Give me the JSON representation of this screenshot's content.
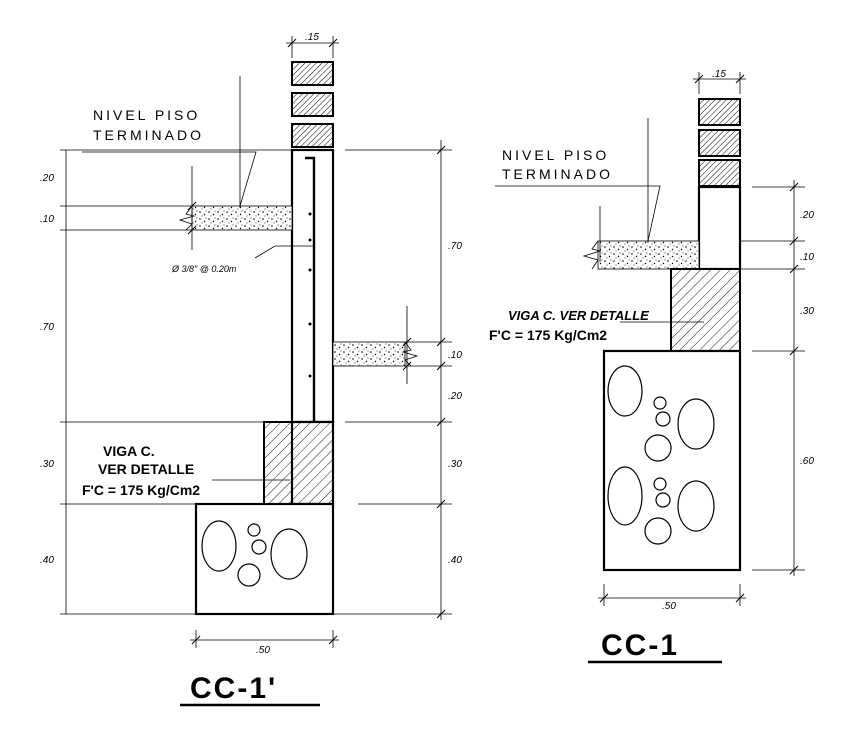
{
  "left_section": {
    "title": "CC-1'",
    "floor_label_line1": "NIVEL PISO",
    "floor_label_line2": "TERMINADO",
    "rebar_note": "Ø 3/8\" @ 0.20m",
    "beam_note_line1": "VIGA C.",
    "beam_note_line2": "VER DETALLE",
    "beam_note_line3": "F'C = 175 Kg/Cm2",
    "dims": {
      "wall_width": ".15",
      "left_top": ".20",
      "left_slab": ".10",
      "left_wall": ".70",
      "left_beam": ".30",
      "left_footing": ".40",
      "right_wall": ".70",
      "right_slab": ".10",
      "right_below_slab": ".20",
      "right_beam": ".30",
      "right_footing": ".40",
      "footing_width": ".50"
    }
  },
  "right_section": {
    "title": "CC-1",
    "floor_label_line1": "NIVEL PISO",
    "floor_label_line2": "TERMINADO",
    "beam_note_line1": "VIGA C. VER DETALLE",
    "beam_note_line2": "F'C = 175 Kg/Cm2",
    "dims": {
      "wall_width": ".15",
      "upper": ".20",
      "slab": ".10",
      "beam": ".30",
      "footing": ".60",
      "footing_width": ".50"
    }
  }
}
